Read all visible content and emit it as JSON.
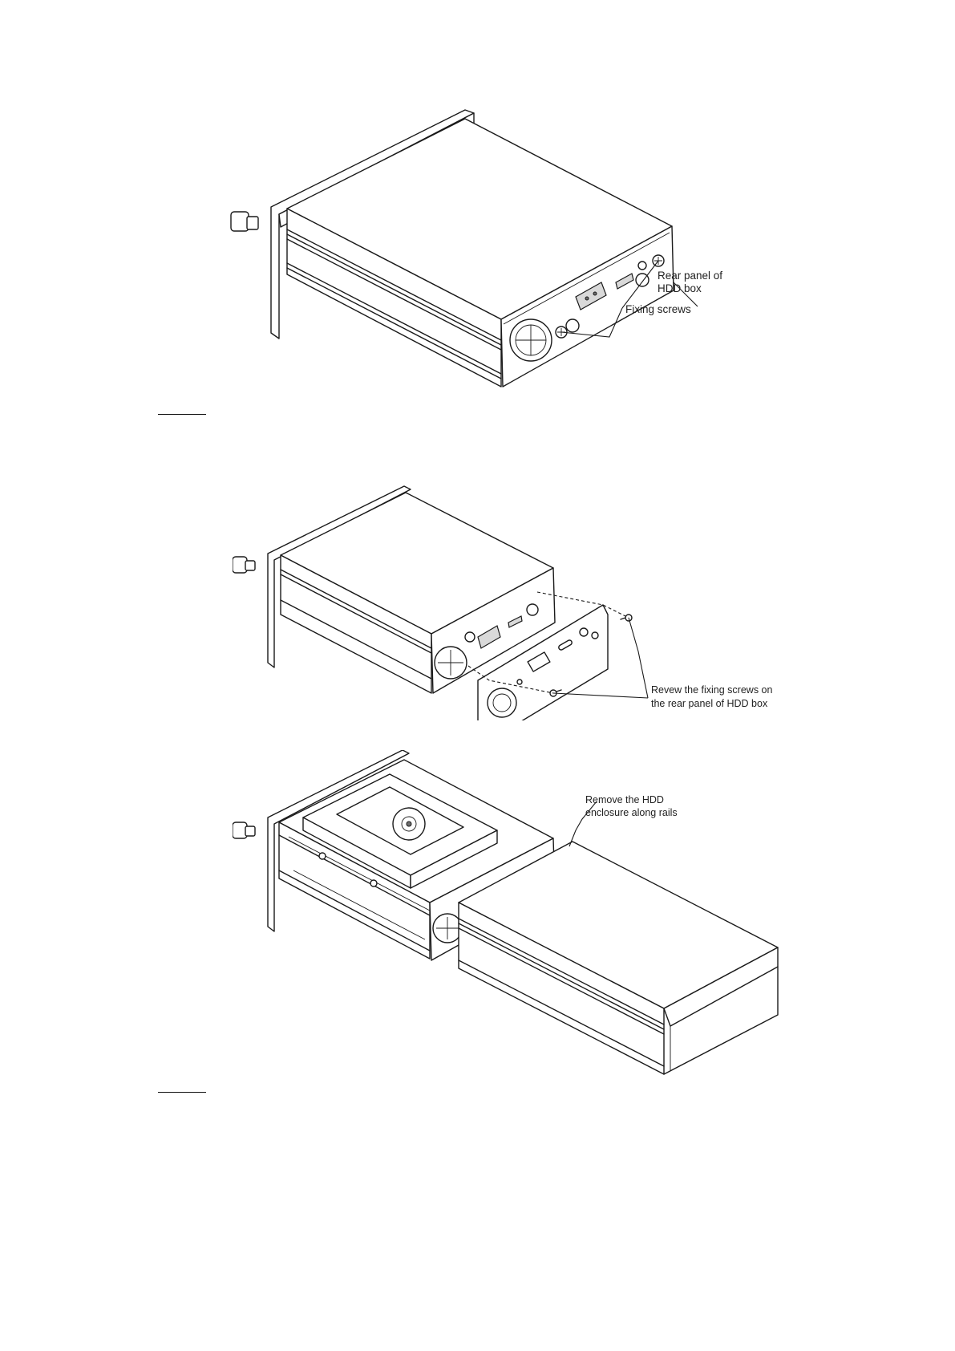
{
  "figures": {
    "fig1": {
      "label_rear_panel_line1": "Rear panel of",
      "label_rear_panel_line2": "HDD box",
      "label_fixing_screws": "Fixing screws"
    },
    "fig2": {
      "label_line1": "Revew the fixing screws on",
      "label_line2": "the rear panel of HDD box"
    },
    "fig3": {
      "label_line1": "Remove the HDD",
      "label_line2": "enclosure along rails"
    }
  },
  "colors": {
    "line": "#1a1a1a",
    "paper": "#ffffff"
  }
}
